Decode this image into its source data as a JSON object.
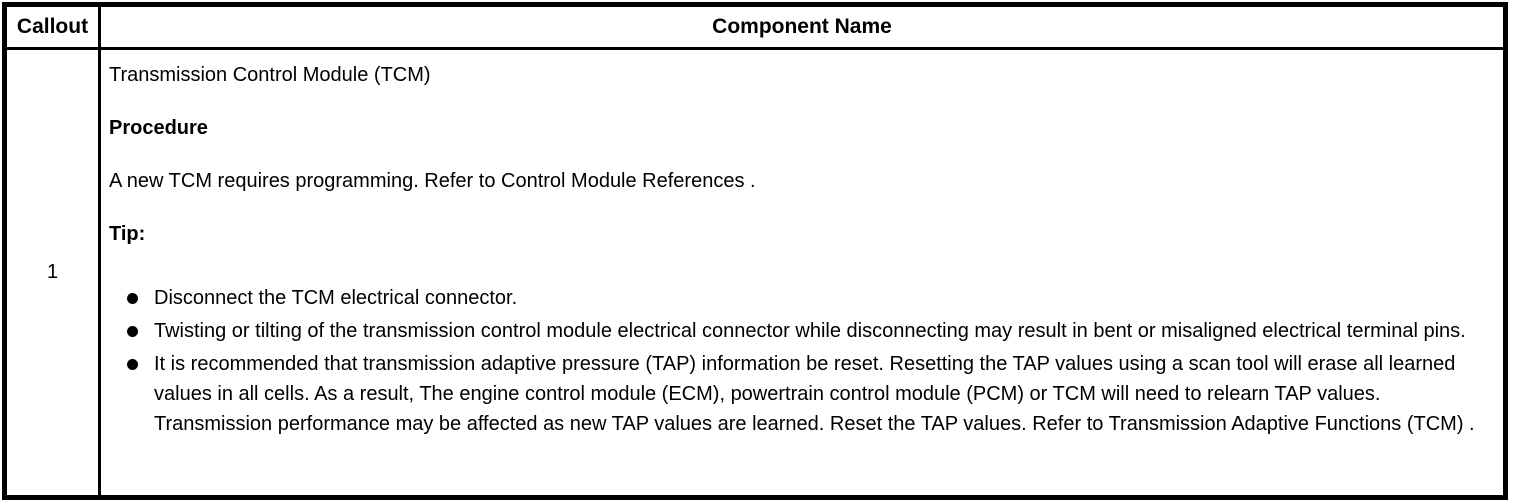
{
  "table": {
    "header": {
      "callout": "Callout",
      "component_name": "Component Name"
    },
    "rows": [
      {
        "callout": "1",
        "title": "Transmission Control Module (TCM)",
        "procedure_heading": "Procedure",
        "procedure_text": "A new TCM requires programming. Refer to Control Module References .",
        "tip_heading": "Tip:",
        "tips": [
          "Disconnect the TCM electrical connector.",
          "Twisting or tilting of the transmission control module electrical connector while disconnecting may result in bent or misaligned electrical terminal pins.",
          "It is recommended that transmission adaptive pressure (TAP) information be reset. Resetting the TAP values using a scan tool will erase all learned values in all cells. As a result, The engine control module (ECM), powertrain control module (PCM) or TCM will need to relearn TAP values. Transmission performance may be affected as new TAP values are learned. Reset the TAP values. Refer to Transmission Adaptive Functions (TCM) ."
        ]
      }
    ],
    "colors": {
      "border": "#000000",
      "text": "#000000",
      "background": "#ffffff"
    }
  }
}
